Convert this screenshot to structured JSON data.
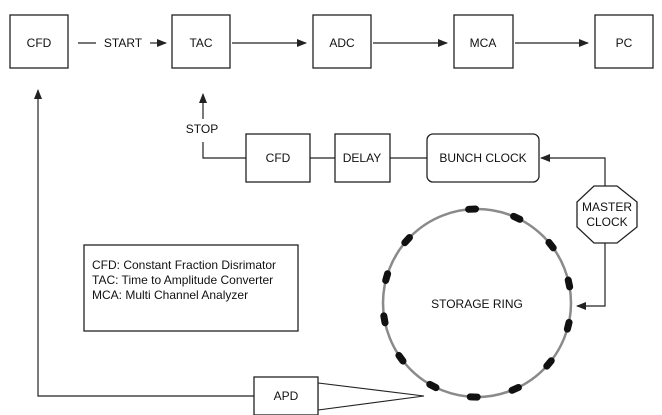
{
  "nodes": {
    "cfd_top": "CFD",
    "tac": "TAC",
    "adc": "ADC",
    "mca": "MCA",
    "pc": "PC",
    "cfd_mid": "CFD",
    "delay": "DELAY",
    "bunch_clock": "BUNCH CLOCK",
    "master_clock_line1": "MASTER",
    "master_clock_line2": "CLOCK",
    "storage_ring": "STORAGE RING",
    "apd": "APD"
  },
  "edge_labels": {
    "start": "START",
    "stop": "STOP"
  },
  "legend": [
    "CFD: Constant Fraction Disrimator",
    "TAC: Time to Amplitude Converter",
    "MCA: Multi Channel Analyzer"
  ]
}
